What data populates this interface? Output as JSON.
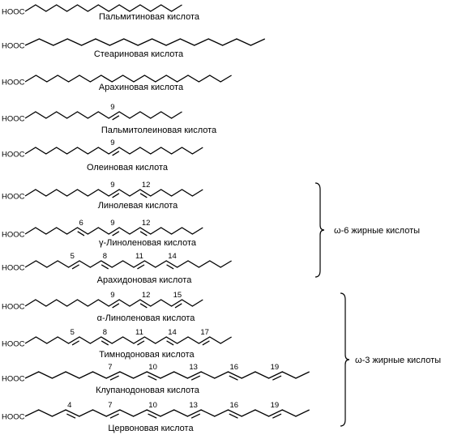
{
  "head_group": "HOOC",
  "acids": [
    {
      "name": "Пальмитиновая кислота",
      "carbons": 16,
      "double_bonds": []
    },
    {
      "name": "Стеариновая кислота",
      "carbons": 18,
      "double_bonds": []
    },
    {
      "name": "Арахиновая кислота",
      "carbons": 20,
      "double_bonds": []
    },
    {
      "name": "Пальмитолеиновая кислота",
      "carbons": 16,
      "double_bonds": [
        9
      ]
    },
    {
      "name": "Олеиновая кислота",
      "carbons": 18,
      "double_bonds": [
        9
      ]
    },
    {
      "name": "Линолевая кислота",
      "carbons": 18,
      "double_bonds": [
        9,
        12
      ]
    },
    {
      "name": "γ-Линоленовая кислота",
      "carbons": 18,
      "double_bonds": [
        6,
        9,
        12
      ]
    },
    {
      "name": "Арахидоновая кислота",
      "carbons": 20,
      "double_bonds": [
        5,
        8,
        11,
        14
      ]
    },
    {
      "name": "α-Линоленовая кислота",
      "carbons": 18,
      "double_bonds": [
        9,
        12,
        15
      ]
    },
    {
      "name": "Тимнодоновая кислота",
      "carbons": 20,
      "double_bonds": [
        5,
        8,
        11,
        14,
        17
      ]
    },
    {
      "name": "Клупанодоновая кислота",
      "carbons": 22,
      "double_bonds": [
        7,
        10,
        13,
        16,
        19
      ]
    },
    {
      "name": "Цервоновая кислота",
      "carbons": 22,
      "double_bonds": [
        4,
        7,
        10,
        13,
        16,
        19
      ]
    }
  ],
  "groups": [
    {
      "label": "ω-6 жирные кислоты",
      "first": 5,
      "last": 7
    },
    {
      "label": "ω-3 жирные кислоты",
      "first": 8,
      "last": 11
    }
  ]
}
